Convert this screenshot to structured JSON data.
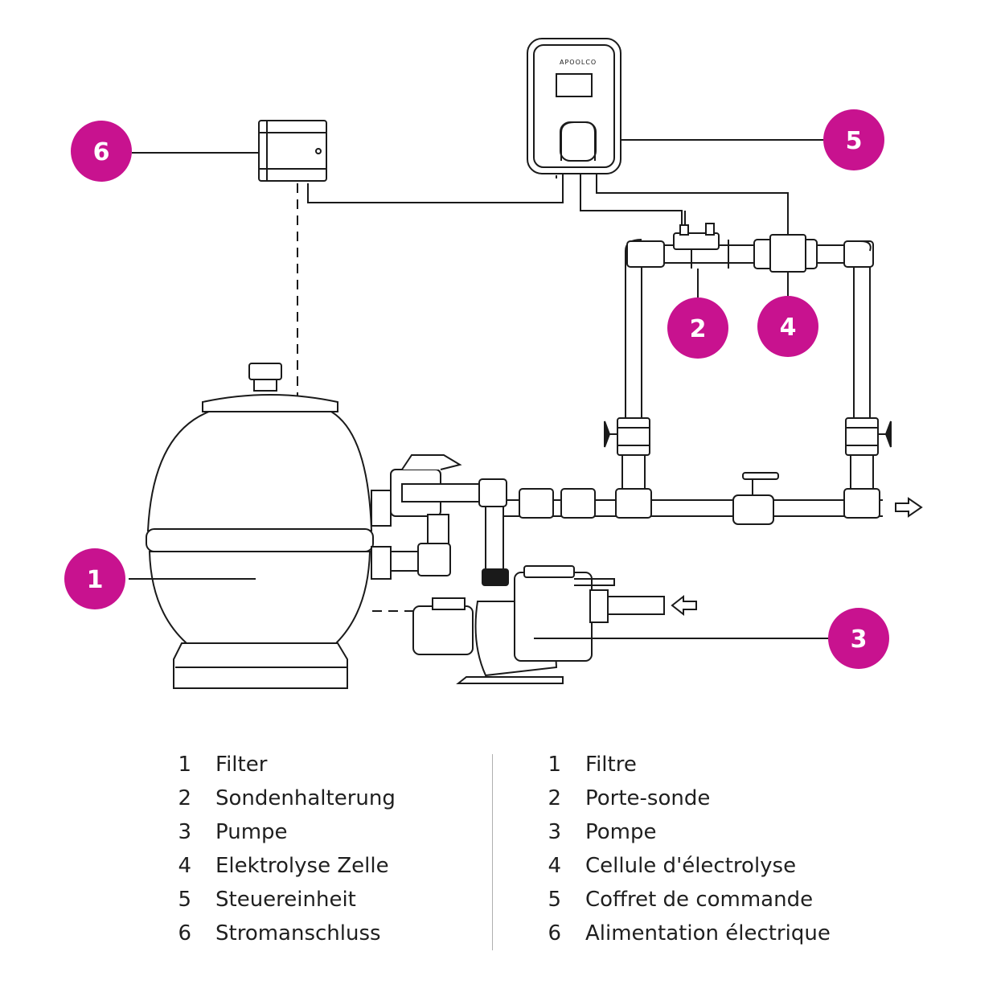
{
  "colors": {
    "accent": "#c8128f",
    "line": "#1a1a1a",
    "divider": "#b0b0b0"
  },
  "controller": {
    "brand": "APOOLCO"
  },
  "callouts": [
    {
      "id": 1,
      "label": "1"
    },
    {
      "id": 2,
      "label": "2"
    },
    {
      "id": 3,
      "label": "3"
    },
    {
      "id": 4,
      "label": "4"
    },
    {
      "id": 5,
      "label": "5"
    },
    {
      "id": 6,
      "label": "6"
    }
  ],
  "legend": {
    "de": [
      {
        "num": "1",
        "label": "Filter"
      },
      {
        "num": "2",
        "label": "Sondenhalterung"
      },
      {
        "num": "3",
        "label": "Pumpe"
      },
      {
        "num": "4",
        "label": "Elektrolyse Zelle"
      },
      {
        "num": "5",
        "label": "Steuereinheit"
      },
      {
        "num": "6",
        "label": "Stromanschluss"
      }
    ],
    "fr": [
      {
        "num": "1",
        "label": "Filtre"
      },
      {
        "num": "2",
        "label": "Porte-sonde"
      },
      {
        "num": "3",
        "label": "Pompe"
      },
      {
        "num": "4",
        "label": "Cellule d'électrolyse"
      },
      {
        "num": "5",
        "label": "Coffret de commande"
      },
      {
        "num": "6",
        "label": "Alimentation électrique"
      }
    ]
  }
}
